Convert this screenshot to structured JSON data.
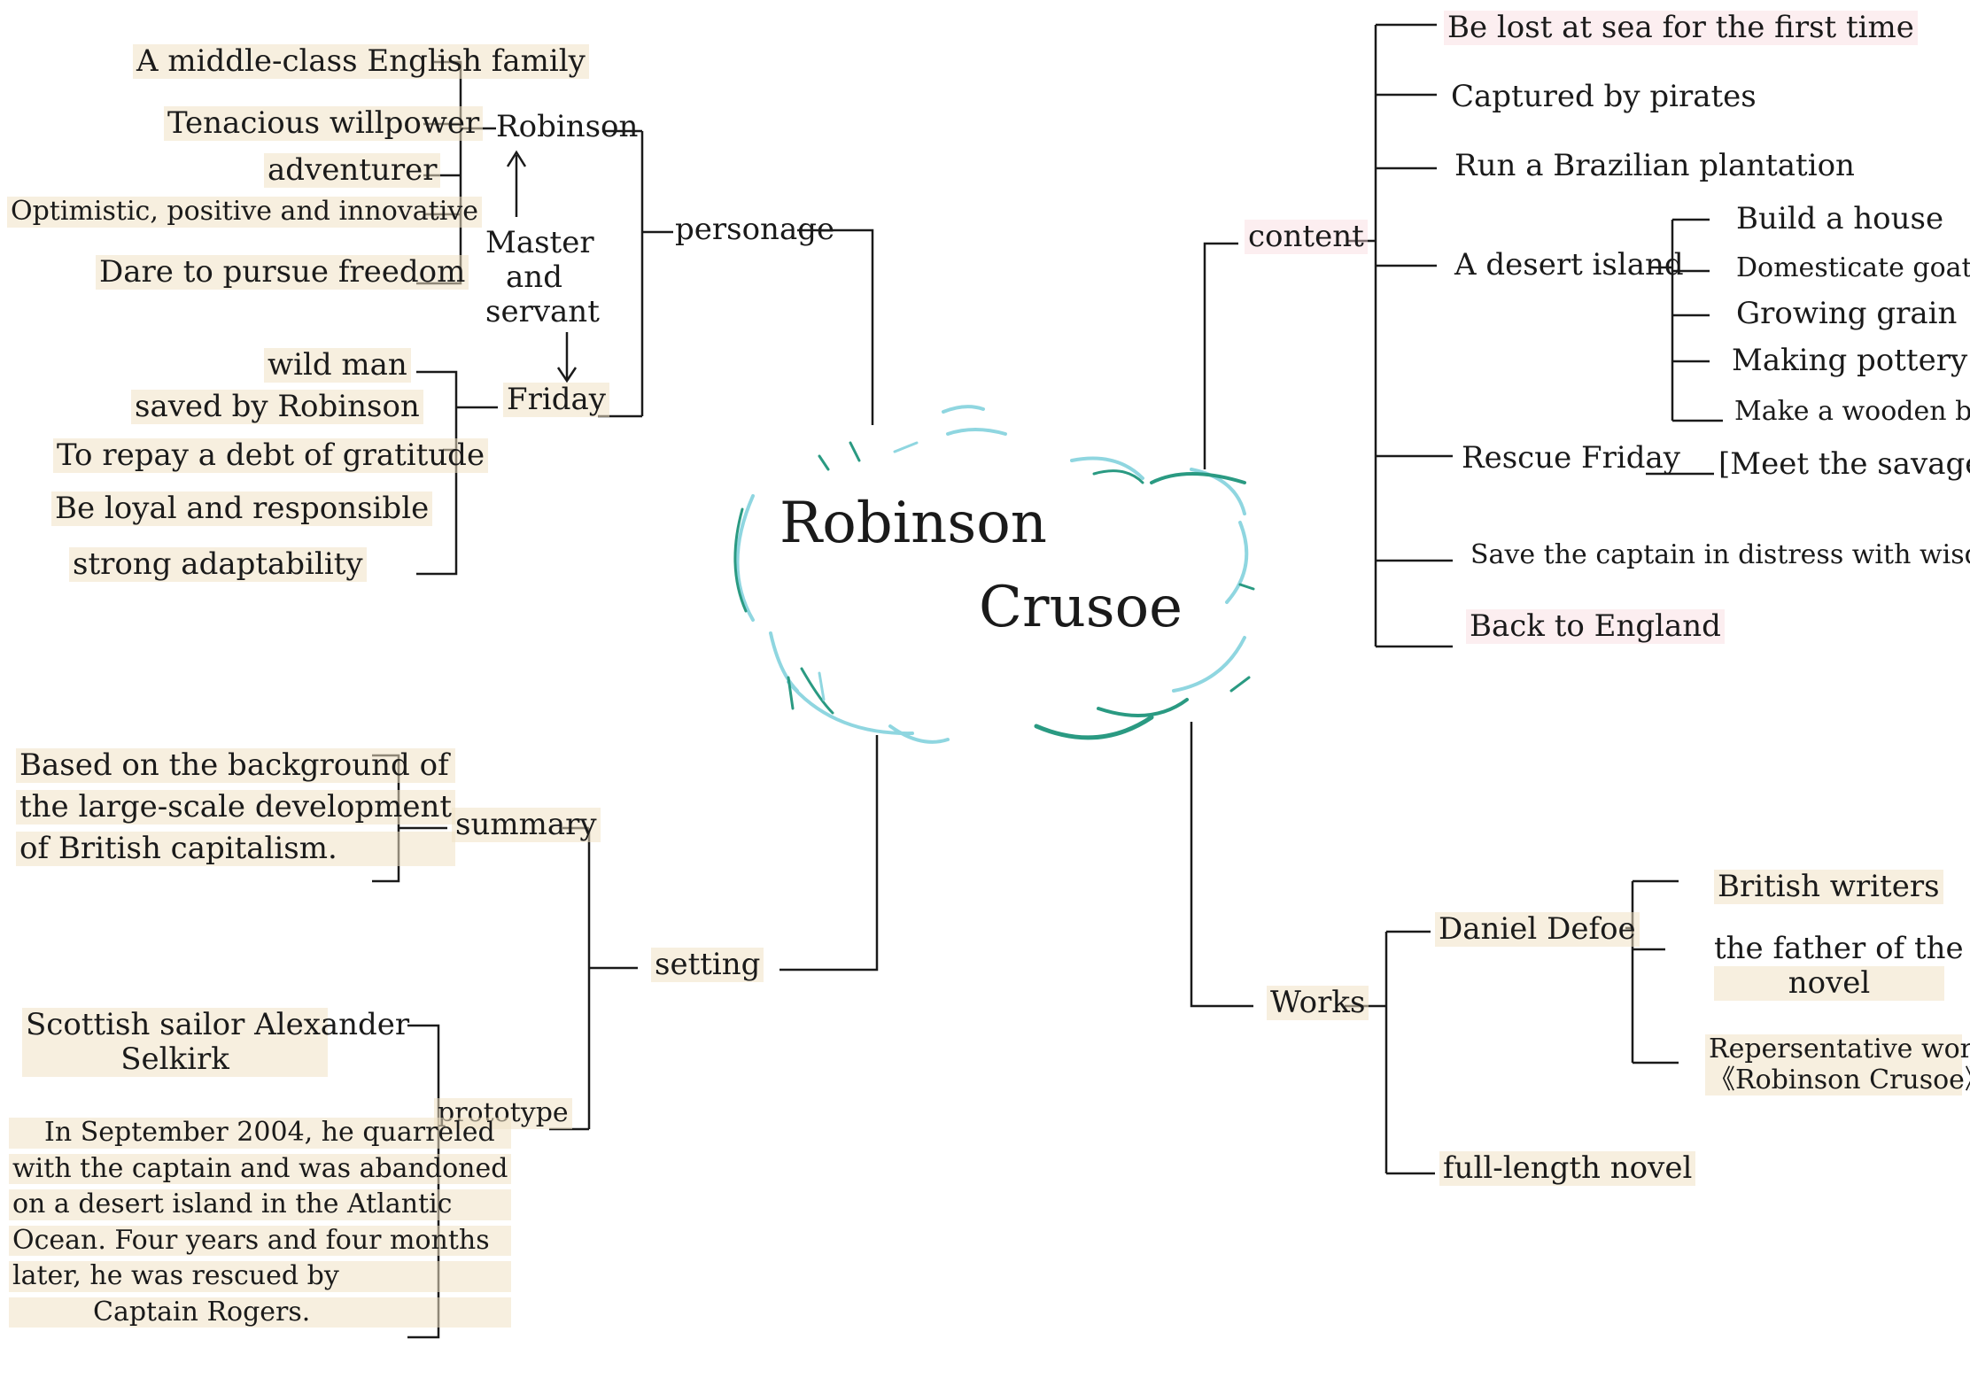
{
  "center": {
    "line1": "Robinson",
    "line2": "Crusoe"
  },
  "personage": {
    "label": "personage",
    "robinson": {
      "name": "Robinson",
      "traits": [
        "A middle-class English family",
        "Tenacious willpower",
        "adventurer",
        "Optimistic, positive and innovative",
        "Dare to pursue freedom"
      ]
    },
    "relation": {
      "line1": "Master",
      "line2": "and",
      "line3": "servant"
    },
    "friday": {
      "name": "Friday",
      "traits": [
        "wild man",
        "saved by Robinson",
        "To repay a debt of gratitude",
        "Be loyal and responsible",
        "strong adaptability"
      ]
    }
  },
  "setting": {
    "label": "setting",
    "summary": {
      "label": "summary",
      "text": [
        "Based on the background of",
        "the large-scale development",
        "of British capitalism."
      ]
    },
    "prototype": {
      "label": "prototype",
      "name": [
        "Scottish sailor Alexander",
        "Selkirk"
      ],
      "story": [
        "In September 2004, he quarreled",
        "with the captain and was abandoned",
        "on a desert island in the Atlantic",
        "Ocean. Four years and four months",
        "later, he was rescued by",
        "Captain Rogers."
      ]
    }
  },
  "content": {
    "label": "content",
    "items": [
      "Be lost at sea for the first time",
      "Captured by pirates",
      "Run a Brazilian plantation",
      "A desert island",
      "Rescue Friday",
      "Save the captain in distress with wisdom",
      "Back to England"
    ],
    "island_items": [
      "Build a house",
      "Domesticate goats",
      "Growing grain",
      "Making pottery",
      "Make a wooden boat"
    ],
    "rescue_item": "Meet the savages"
  },
  "works": {
    "label": "Works",
    "author": "Daniel Defoe",
    "author_items": [
      "British writers",
      "the father of the",
      "novel",
      "Repersentative work",
      "《Robinson Crusoe》"
    ],
    "genre": "full-length novel"
  },
  "colors": {
    "ink": "#1a1a1a",
    "cloud_dark": "#2a9a82",
    "cloud_light": "#8fd6e0",
    "highlight": "#f0e2c4"
  }
}
